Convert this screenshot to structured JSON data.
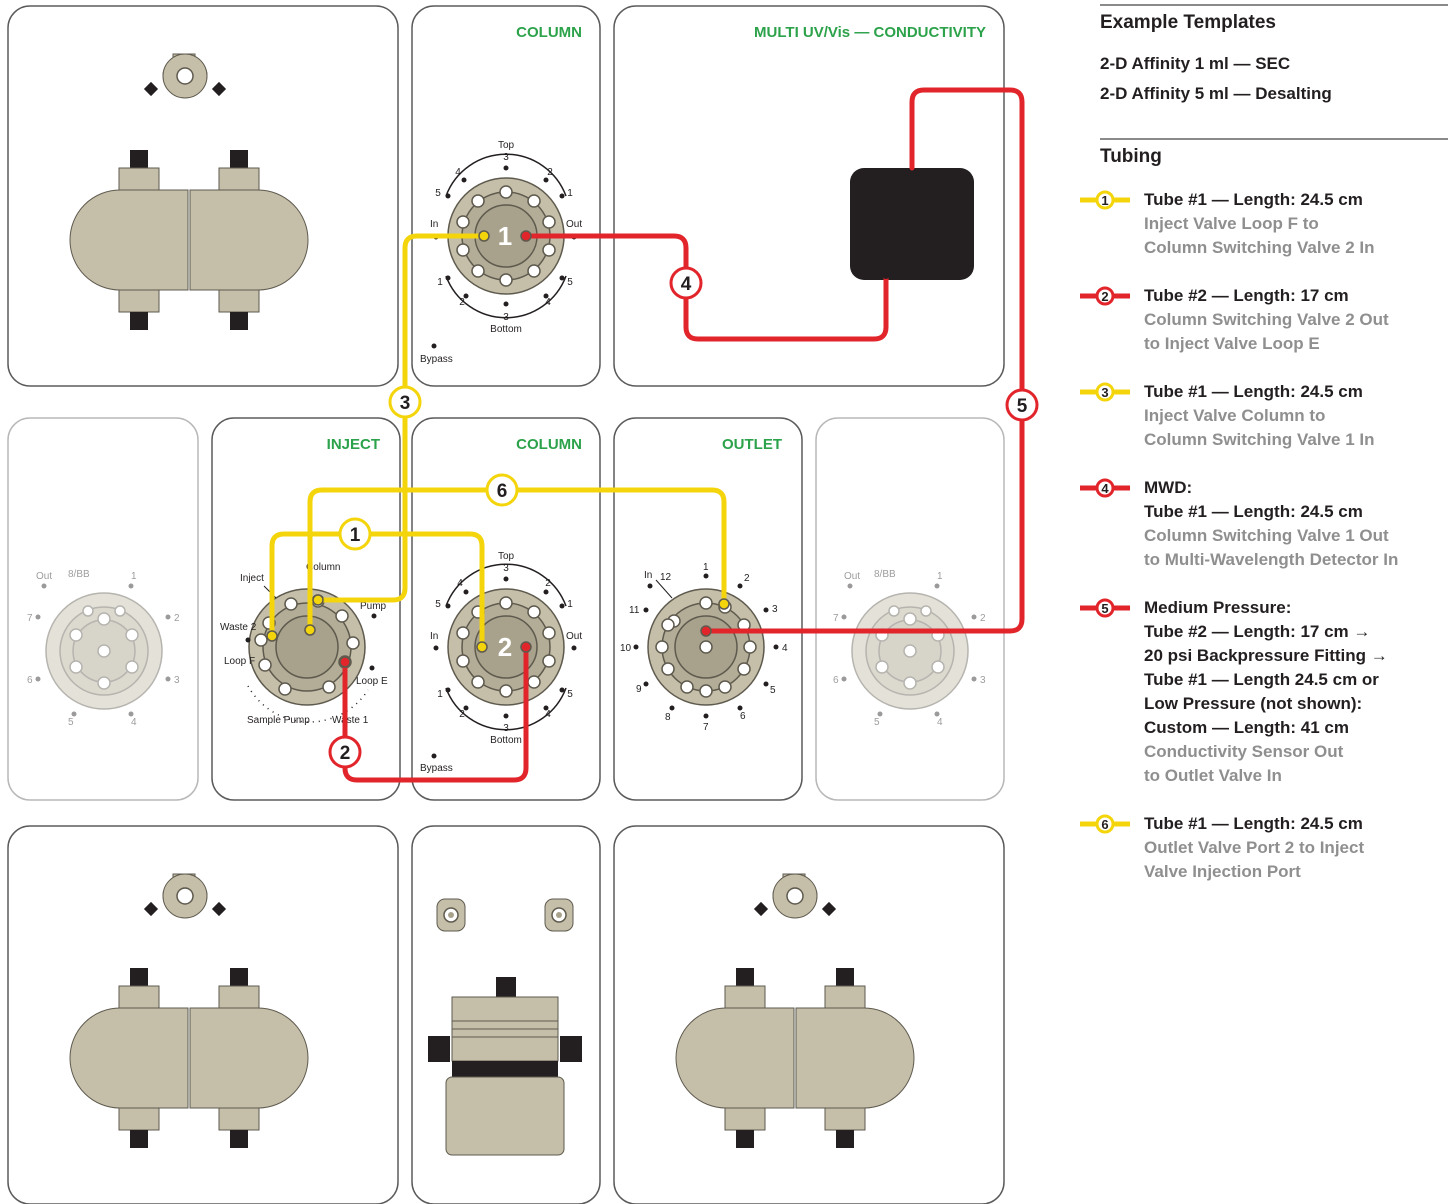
{
  "panels": {
    "column_top": "COLUMN",
    "multi_uv": "MULTI UV/Vis — CONDUCTIVITY",
    "inject": "INJECT",
    "column_mid": "COLUMN",
    "outlet": "OUTLET"
  },
  "column_valve_labels": {
    "top": "Top",
    "bottom": "Bottom",
    "in": "In",
    "out": "Out",
    "bypass": "Bypass",
    "t1": "1",
    "t2": "2",
    "t3": "3",
    "t4": "4",
    "t5": "5",
    "b1": "1",
    "b2": "2",
    "b3": "3",
    "b4": "4",
    "b5": "5"
  },
  "column_valve_numbers": {
    "upper": "1",
    "lower": "2"
  },
  "inject_valve_labels": {
    "inject": "Inject",
    "column": "Column",
    "pump": "Pump",
    "waste2": "Waste 2",
    "loop_f": "Loop F",
    "loop_e": "Loop E",
    "sample_pump": "Sample Pump",
    "waste1": "Waste 1"
  },
  "outlet_valve_labels": {
    "in": "In",
    "p1": "1",
    "p2": "2",
    "p3": "3",
    "p4": "4",
    "p5": "5",
    "p6": "6",
    "p7": "7",
    "p8": "8",
    "p9": "9",
    "p10": "10",
    "p11": "11",
    "p12": "12"
  },
  "faded_valve_labels": {
    "out": "Out",
    "bb": "8/BB",
    "p1": "1",
    "p2": "2",
    "p3": "3",
    "p4": "4",
    "p5": "5",
    "p6": "6",
    "p7": "7"
  },
  "tube_markers": {
    "m1": "1",
    "m2": "2",
    "m3": "3",
    "m4": "4",
    "m5": "5",
    "m6": "6"
  },
  "colors": {
    "yellow_tube": "#f4d40b",
    "red_tube": "#e1252b",
    "panel_label": "#2ca24a",
    "valve_body": "#c5bfa9"
  },
  "sidebar": {
    "templates_title": "Example Templates",
    "templates": [
      "2-D Affinity 1 ml — SEC",
      "2-D Affinity 5 ml — Desalting"
    ],
    "tubing_title": "Tubing",
    "tubes": [
      {
        "num": "1",
        "color": "yellow",
        "head": [
          "Tube #1 — Length: 24.5 cm"
        ],
        "desc": [
          "Inject Valve Loop F to",
          "Column Switching Valve 2 In"
        ]
      },
      {
        "num": "2",
        "color": "red",
        "head": [
          "Tube #2 — Length: 17 cm"
        ],
        "desc": [
          "Column Switching Valve 2 Out",
          "to Inject Valve Loop E"
        ]
      },
      {
        "num": "3",
        "color": "yellow",
        "head": [
          "Tube #1 — Length: 24.5 cm"
        ],
        "desc": [
          "Inject Valve Column to",
          "Column Switching Valve 1 In"
        ]
      },
      {
        "num": "4",
        "color": "red",
        "head": [
          "MWD:",
          "Tube #1 — Length: 24.5 cm"
        ],
        "desc": [
          "Column Switching Valve 1 Out",
          "to Multi-Wavelength Detector In"
        ]
      },
      {
        "num": "5",
        "color": "red",
        "head": [
          "Medium Pressure:",
          "Tube #2 — Length: 17 cm →",
          "20 psi Backpressure Fitting →",
          "Tube #1 — Length 24.5 cm or",
          "Low Pressure (not shown):",
          "Custom — Length: 41 cm"
        ],
        "desc": [
          "Conductivity Sensor Out",
          "to Outlet Valve In"
        ]
      },
      {
        "num": "6",
        "color": "yellow",
        "head": [
          "Tube #1 — Length: 24.5 cm"
        ],
        "desc": [
          "Outlet Valve Port 2 to Inject",
          "Valve Injection Port"
        ]
      }
    ]
  }
}
